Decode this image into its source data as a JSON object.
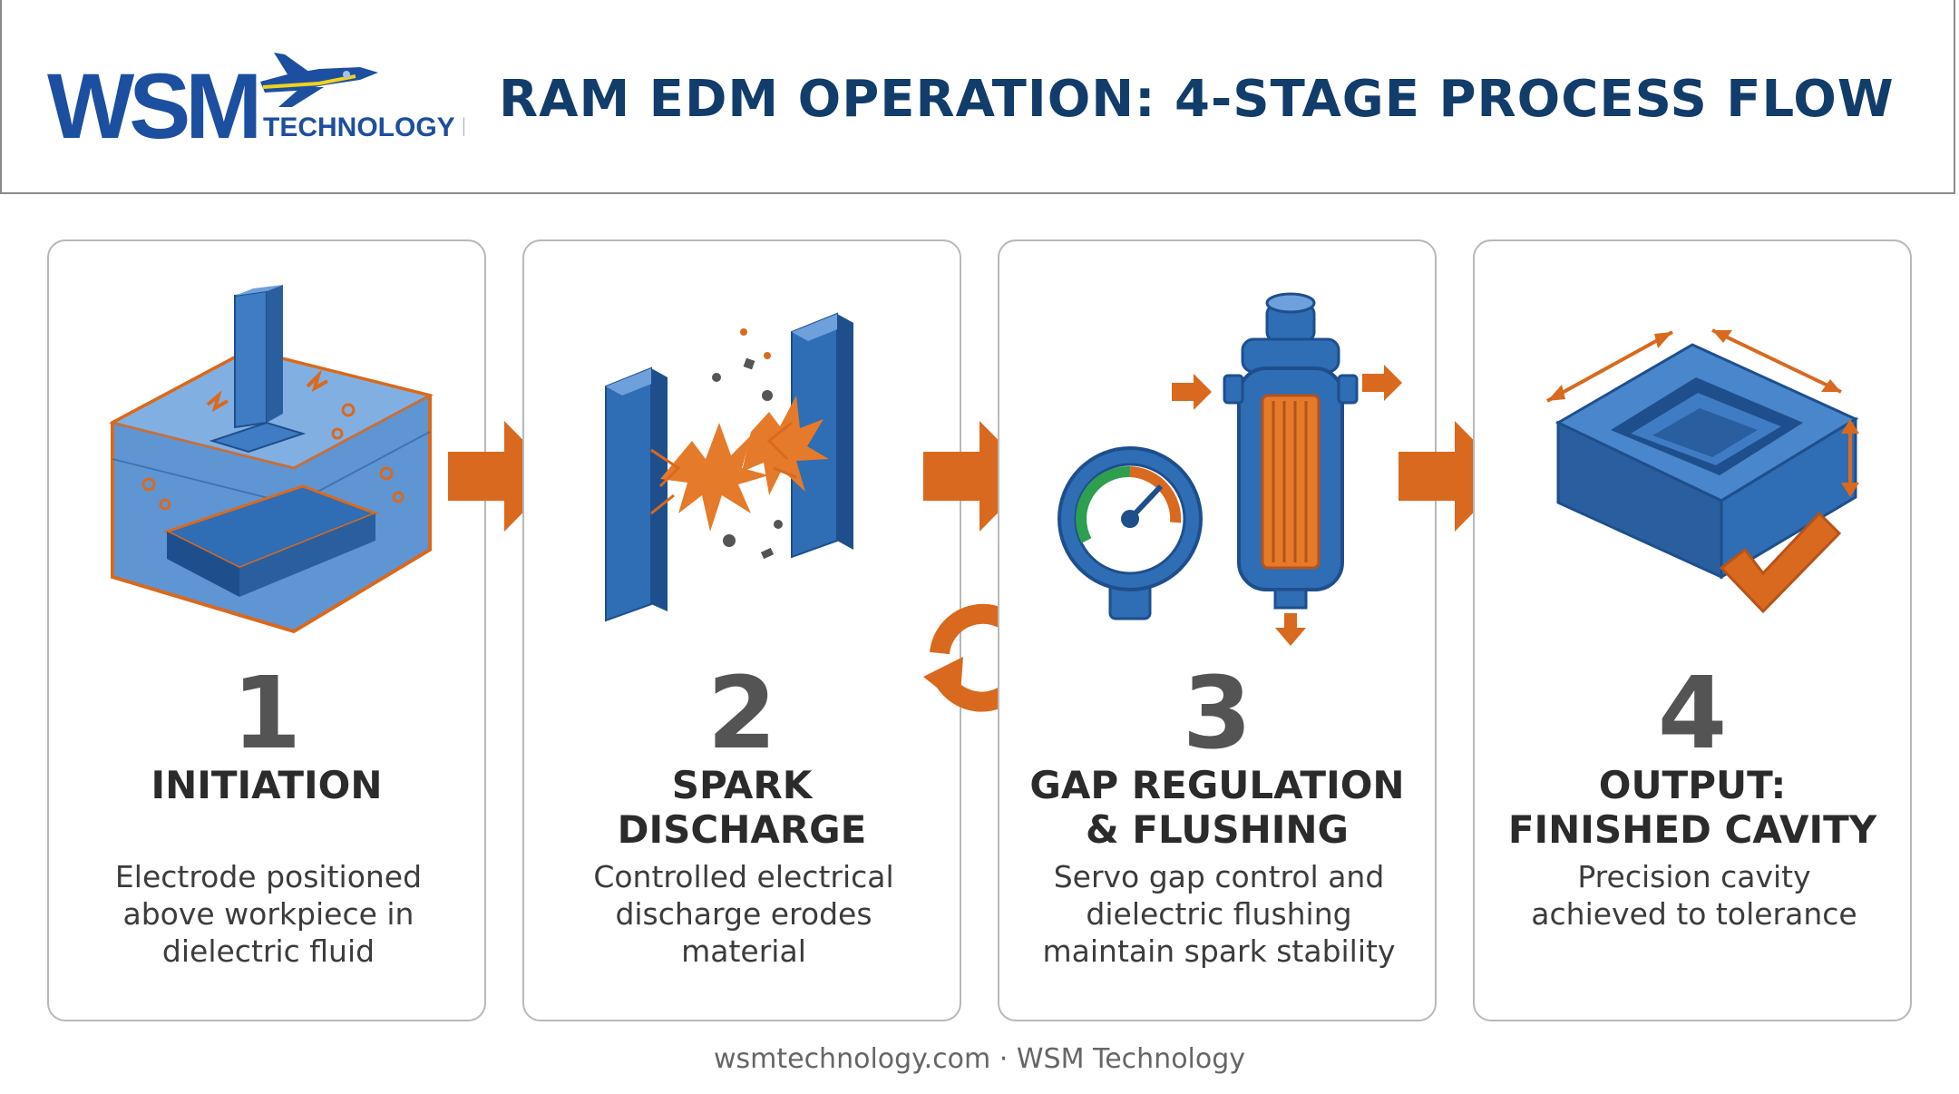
{
  "header": {
    "logo": {
      "mark": "WSM",
      "subtitle": "TECHNOLOGY INC.",
      "icon": "fighter-jet-icon"
    },
    "title": "RAM EDM OPERATION: 4-STAGE PROCESS FLOW"
  },
  "stages": [
    {
      "number": "1",
      "title_lines": [
        "INITIATION"
      ],
      "desc_lines": [
        "Electrode positioned",
        "above workpiece in",
        "dielectric fluid"
      ],
      "icon": "electrode-tank-icon"
    },
    {
      "number": "2",
      "title_lines": [
        "SPARK",
        "DISCHARGE"
      ],
      "desc_lines": [
        "Controlled electrical",
        "discharge erodes",
        "material"
      ],
      "icon": "spark-discharge-icon"
    },
    {
      "number": "3",
      "title_lines": [
        "GAP REGULATION",
        "& FLUSHING"
      ],
      "desc_lines": [
        "Servo gap control and",
        "dielectric flushing",
        "maintain spark stability"
      ],
      "icon": "gauge-filter-icon"
    },
    {
      "number": "4",
      "title_lines": [
        "OUTPUT:",
        "FINISHED CAVITY"
      ],
      "desc_lines": [
        "Precision cavity",
        "achieved to tolerance"
      ],
      "icon": "finished-cavity-icon"
    }
  ],
  "connectors": {
    "arrow_icon": "arrow-right-icon",
    "cycle_icon": "cycle-icon"
  },
  "footer": "wsmtechnology.com · WSM Technology",
  "colors": {
    "title": "#123c69",
    "accent_orange": "#d9691e",
    "accent_blue": "#2f6db5",
    "logo_yellow": "#f2d21b"
  }
}
